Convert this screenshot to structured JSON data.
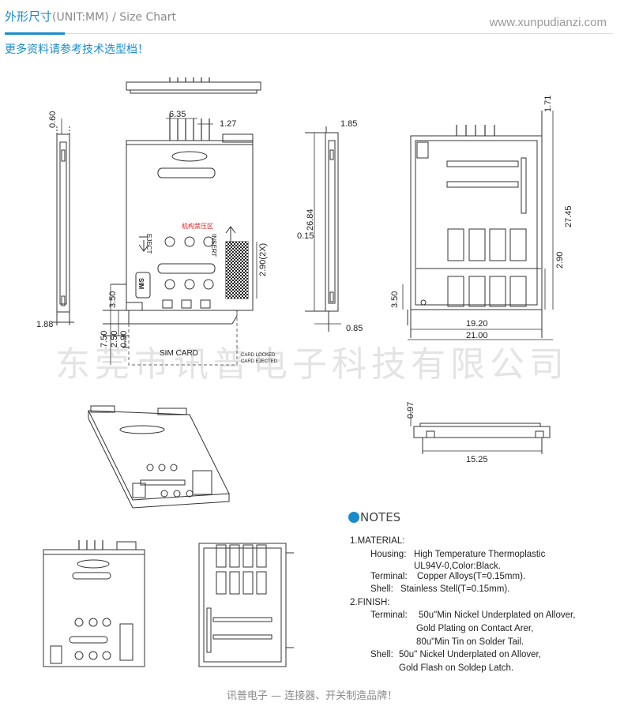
{
  "header": {
    "title": "外形尺寸",
    "unit": "(UNIT:MM) / Size Chart",
    "site": "www.xunpudianzi.com"
  },
  "subtitle": "更多资料请参考技术选型档！",
  "watermark": "东莞市讯普电子科技有限公司",
  "dims": {
    "d060": "0.60",
    "d188": "1.88",
    "d635": "6.35",
    "d127": "1.27",
    "d350": "3.50",
    "d750": "7.50",
    "d250": "2.50",
    "d090": "0.90",
    "d290_2x": "2.90(2X)",
    "forbid": "机构禁压区",
    "eject": "EJECT",
    "insert": "INSERT",
    "sim": "SIM",
    "sim_card": "SIM CARD",
    "card_locked": "CARD LOCKED",
    "card_ejected": "CARD EJECTED",
    "d185": "1.85",
    "d2684": "26.84",
    "d015": "0.15",
    "d085": "0.85",
    "d171": "1.71",
    "d2745": "27.45",
    "d290": "2.90",
    "d350b": "3.50",
    "d1920": "19.20",
    "d2100": "21.00",
    "d097": "0.97",
    "d1525": "15.25"
  },
  "notes": {
    "title": "NOTES",
    "material": "1.MATERIAL:",
    "housing_label": "Housing:",
    "housing_1": "High Temperature Thermoplastic",
    "housing_2": "UL94V-0,Color:Black.",
    "terminal_label": "Terminal:",
    "terminal_val": "Copper Alloys(T=0.15mm).",
    "shell_label": "Shell:",
    "shell_val": "Stainless Stell(T=0.15mm).",
    "finish": "2.FINISH:",
    "fin_terminal_label": "Terminal:",
    "fin_terminal_1": "50u\"Min Nickel Underplated on Allover,",
    "fin_terminal_2": "Gold Plating on Contact Arer,",
    "fin_terminal_3": "80u\"Min Tin on Solder Tail.",
    "fin_shell_label": "Shell:",
    "fin_shell_1": "50u\" Nickel Underplated on Allover,",
    "fin_shell_2": "Gold Flash on Soldep Latch."
  },
  "footer": "讯普电子 — 连接器、开关制造品牌！"
}
